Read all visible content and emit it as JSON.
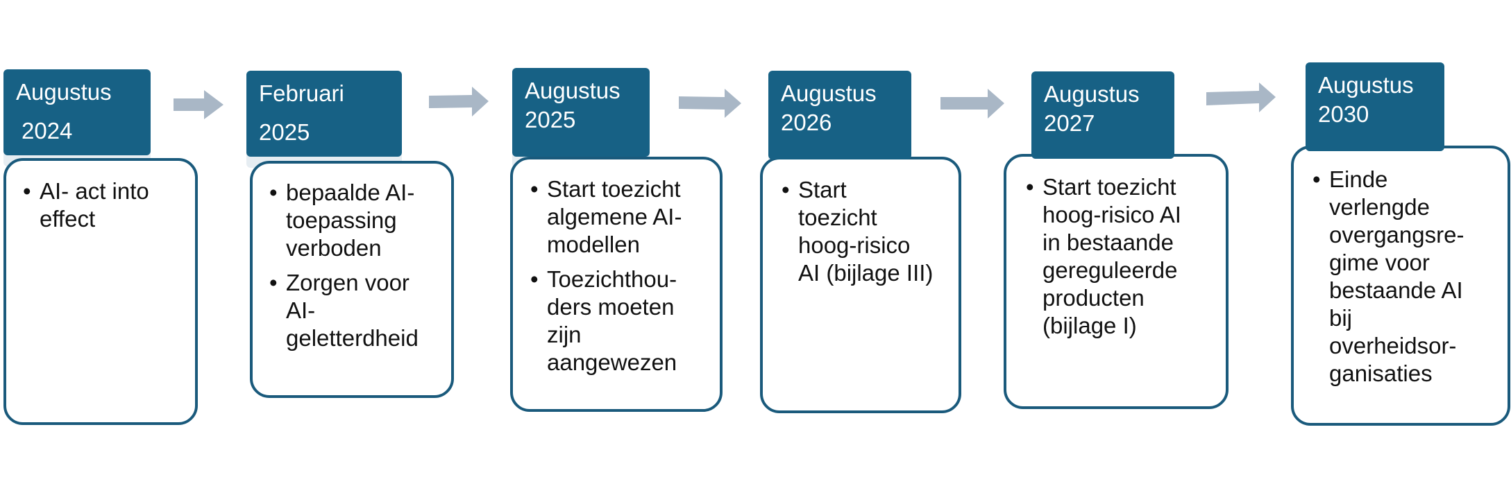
{
  "colors": {
    "header": "#176185",
    "card_border": "#1a5a7c",
    "arrow": "#a9b7c6"
  },
  "arrow_icon": "arrow-right-icon",
  "milestones": [
    {
      "month": "Augustus",
      "year": "2024",
      "items": [
        {
          "lines": [
            "AI- act into",
            "effect"
          ]
        }
      ]
    },
    {
      "month": "Februari",
      "year": "2025",
      "items": [
        {
          "lines": [
            "bepaalde AI-",
            "toepassing",
            "verboden"
          ]
        },
        {
          "lines": [
            "Zorgen voor",
            "AI-",
            "geletterdheid"
          ]
        }
      ]
    },
    {
      "month": "Augustus",
      "year": "2025",
      "items": [
        {
          "lines": [
            "Start toezicht",
            "algemene AI-",
            "modellen"
          ]
        },
        {
          "lines": [
            "Toezichthou-",
            "ders moeten",
            "zijn",
            "aangewezen"
          ]
        }
      ]
    },
    {
      "month": "Augustus",
      "year": "2026",
      "items": [
        {
          "lines": [
            "Start",
            "toezicht",
            "hoog-risico",
            "AI (bijlage III)"
          ]
        }
      ]
    },
    {
      "month": "Augustus",
      "year": "2027",
      "items": [
        {
          "lines": [
            "Start toezicht",
            "hoog-risico AI",
            "in bestaande",
            "gereguleerde",
            "producten",
            "(bijlage I)"
          ]
        }
      ]
    },
    {
      "month": "Augustus",
      "year": "2030",
      "items": [
        {
          "lines": [
            "Einde",
            "verlengde",
            "overgangsre-",
            "gime voor",
            "bestaande AI",
            "bij",
            "overheidsor-",
            "ganisaties"
          ]
        }
      ]
    }
  ]
}
